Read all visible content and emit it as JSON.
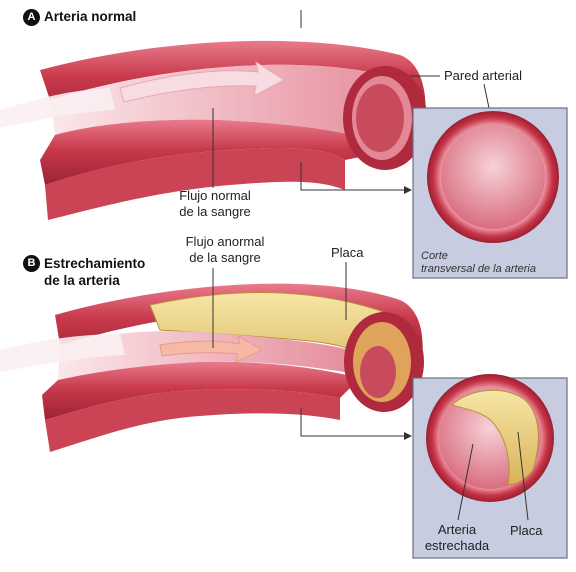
{
  "section_a": {
    "badge": "A",
    "title": "Arteria normal"
  },
  "section_b": {
    "badge": "B",
    "title_line1": "Estrechamiento",
    "title_line2": "de la arteria"
  },
  "labels": {
    "pared_arterial": "Pared arterial",
    "flujo_normal_1": "Flujo normal",
    "flujo_normal_2": "de la sangre",
    "corte_1": "Corte",
    "corte_2": "transversal de la arteria",
    "flujo_anormal_1": "Flujo anormal",
    "flujo_anormal_2": "de la sangre",
    "placa_top": "Placa",
    "arteria_estrechada_1": "Arteria",
    "arteria_estrechada_2": "estrechada",
    "placa_bottom": "Placa"
  },
  "colors": {
    "artery_dark": "#b8323f",
    "artery_mid": "#d9546a",
    "artery_light": "#ef9aa7",
    "lumen": "#f4c7cf",
    "plaque": "#efd98a",
    "plaque_dark": "#c9a24a",
    "panel_bg": "#c7cbe0",
    "panel_border": "#6a6f86"
  }
}
